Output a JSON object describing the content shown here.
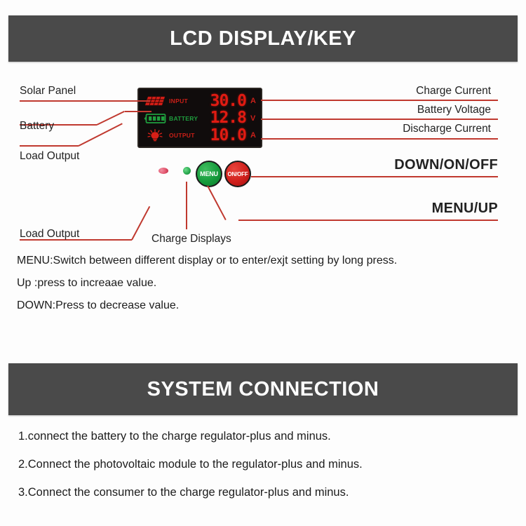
{
  "sections": {
    "lcd_header": "LCD DISPLAY/KEY",
    "system_header": "SYSTEM CONNECTION"
  },
  "lcd_panel": {
    "rows": [
      {
        "icon": "solar-panel-icon",
        "tag": "INPUT",
        "value": "30.0",
        "unit": "A",
        "tag_color": "#cc1f17"
      },
      {
        "icon": "battery-icon",
        "tag": "BATTERY",
        "value": "12.8",
        "unit": "V",
        "tag_color": "#1f9e3e"
      },
      {
        "icon": "lamp-icon",
        "tag": "OUTPUT",
        "value": "10.0",
        "unit": "A",
        "tag_color": "#cc1f17"
      }
    ]
  },
  "buttons": {
    "menu_label": "MENU",
    "onoff_label": "ON/OFF"
  },
  "indicators": {
    "load_led": "load-output-led",
    "charge_led": "charge-display-led"
  },
  "callouts": {
    "left": [
      {
        "text": "Solar Panel"
      },
      {
        "text": "Battery"
      },
      {
        "text": "Load  Output"
      },
      {
        "text": "Load  Output"
      }
    ],
    "bottom": [
      {
        "text": "Charge Displays"
      }
    ],
    "right": [
      {
        "text": "Charge Current"
      },
      {
        "text": "Battery Voltage"
      },
      {
        "text": "Discharge Current"
      },
      {
        "text": "DOWN/ON/OFF"
      },
      {
        "text": "MENU/UP"
      }
    ]
  },
  "instructions": [
    "MENU:Switch between different display or to enter/exjt setting by long press.",
    "Up      :press to increaae value.",
    "DOWN:Press to decrease value."
  ],
  "connection_steps": [
    "1.connect the battery to the charge regulator-plus and minus.",
    "2.Connect the photovoltaic module to the regulator-plus and minus.",
    "3.Connect the consumer to the charge regulator-plus and minus."
  ],
  "colors": {
    "header_bar": "#4a4a4a",
    "leader_line": "#c0392f",
    "lcd_digit": "#e01b12",
    "menu_button": "#169b3c",
    "onoff_button": "#d0201c"
  }
}
